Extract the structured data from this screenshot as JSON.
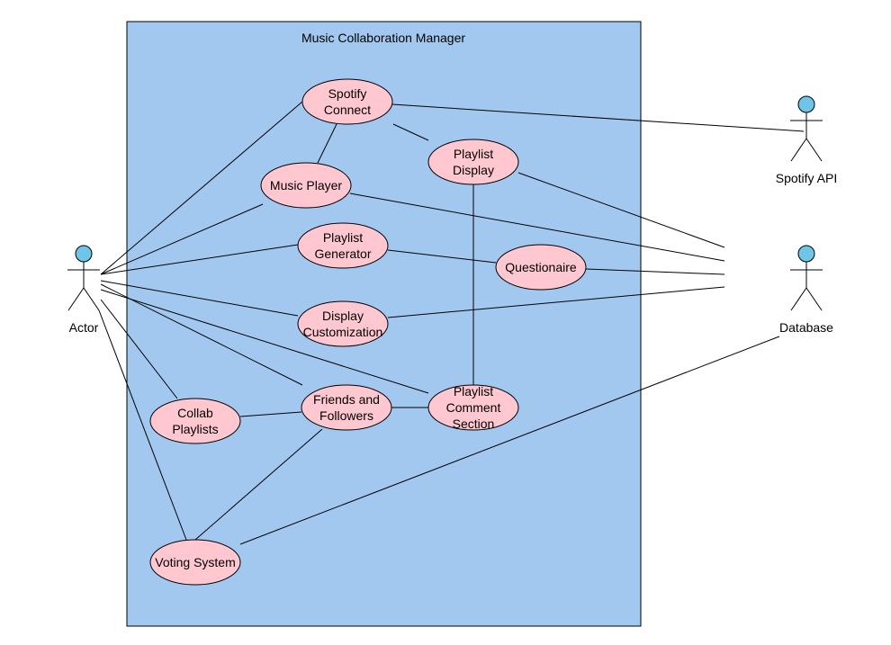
{
  "system": {
    "title": "Music Collaboration Manager",
    "fill": "#a3c8f0"
  },
  "colors": {
    "usecase_fill": "#ffc8d0",
    "actor_head": "#6ec5e8",
    "line": "#000000"
  },
  "actors": [
    {
      "id": "actor",
      "label": "Actor"
    },
    {
      "id": "spotify_api",
      "label": "Spotify API"
    },
    {
      "id": "database",
      "label": "Database"
    }
  ],
  "use_cases": [
    {
      "id": "spotify_connect",
      "lines": [
        "Spotify",
        "Connect"
      ]
    },
    {
      "id": "music_player",
      "lines": [
        "Music Player"
      ]
    },
    {
      "id": "playlist_display",
      "lines": [
        "Playlist",
        "Display"
      ]
    },
    {
      "id": "playlist_generator",
      "lines": [
        "Playlist",
        "Generator"
      ]
    },
    {
      "id": "questionaire",
      "lines": [
        "Questionaire"
      ]
    },
    {
      "id": "display_customization",
      "lines": [
        "Display",
        "Customization"
      ]
    },
    {
      "id": "collab_playlists",
      "lines": [
        "Collab",
        "Playlists"
      ]
    },
    {
      "id": "friends_followers",
      "lines": [
        "Friends and",
        "Followers"
      ]
    },
    {
      "id": "playlist_comment_section",
      "lines": [
        "Playlist",
        "Comment",
        "Section"
      ]
    },
    {
      "id": "voting_system",
      "lines": [
        "Voting System"
      ]
    }
  ],
  "associations": [
    [
      "actor",
      "spotify_connect"
    ],
    [
      "actor",
      "music_player"
    ],
    [
      "actor",
      "playlist_generator"
    ],
    [
      "actor",
      "display_customization"
    ],
    [
      "actor",
      "friends_followers"
    ],
    [
      "actor",
      "playlist_comment_section"
    ],
    [
      "actor",
      "collab_playlists"
    ],
    [
      "actor",
      "voting_system"
    ],
    [
      "spotify_connect",
      "music_player"
    ],
    [
      "spotify_connect",
      "playlist_display"
    ],
    [
      "spotify_connect",
      "spotify_api"
    ],
    [
      "playlist_display",
      "database"
    ],
    [
      "playlist_display",
      "playlist_comment_section"
    ],
    [
      "music_player",
      "database"
    ],
    [
      "playlist_generator",
      "questionaire"
    ],
    [
      "questionaire",
      "database"
    ],
    [
      "display_customization",
      "database"
    ],
    [
      "collab_playlists",
      "friends_followers"
    ],
    [
      "friends_followers",
      "playlist_comment_section"
    ],
    [
      "friends_followers",
      "voting_system"
    ],
    [
      "voting_system",
      "database"
    ]
  ]
}
